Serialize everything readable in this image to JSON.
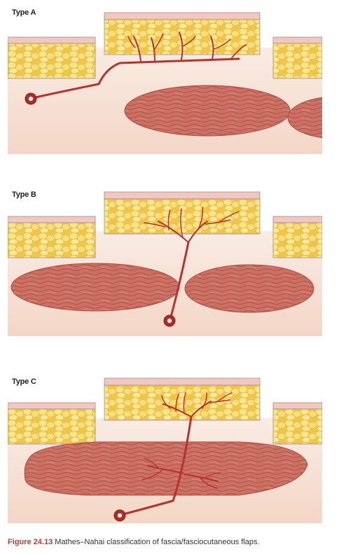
{
  "panels": [
    {
      "label": "Type A"
    },
    {
      "label": "Type B"
    },
    {
      "label": "Type C"
    }
  ],
  "caption": {
    "figure_number": "Figure 24.13",
    "text": "Mathes–Nahai classification of fascia/fasciocutaneous flaps."
  },
  "colors": {
    "background_tissue": "#f8e4d8",
    "skin_pink": "#f2c7c0",
    "fat_yellow": "#f7dc6f",
    "muscle": "#c8685f",
    "vessel": "#b8322d"
  }
}
